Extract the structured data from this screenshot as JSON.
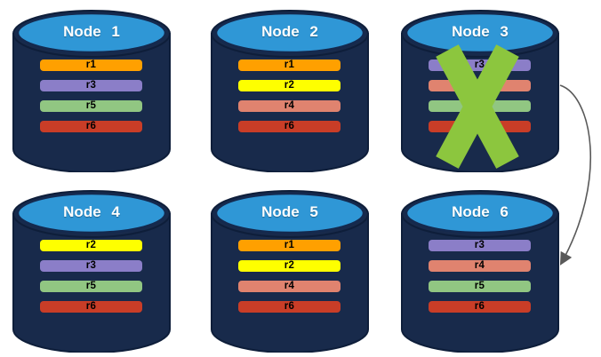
{
  "diagram": {
    "description": "Replicated database nodes with a failed node and failover arrow",
    "colors": {
      "background": "#ffffff",
      "cylinder_body": "#182A4B",
      "cylinder_outline": "#0E1E3A",
      "cylinder_top": "#2F97D6",
      "node_label_text": "#ffffff",
      "replica_label_text": "#000000",
      "failure_x": "#8CC63E",
      "arrow": "#595959"
    },
    "replica_colors": {
      "r1": "#FFA000",
      "r2": "#FEFF00",
      "r3": "#8B7EC8",
      "r4": "#E0836F",
      "r5": "#91C682",
      "r6": "#C93D27"
    },
    "nodes": [
      {
        "id": "node-1",
        "label": "Node 1",
        "replicas": [
          "r1",
          "r3",
          "r5",
          "r6"
        ],
        "failed": false
      },
      {
        "id": "node-2",
        "label": "Node 2",
        "replicas": [
          "r1",
          "r2",
          "r4",
          "r6"
        ],
        "failed": false
      },
      {
        "id": "node-3",
        "label": "Node 3",
        "replicas": [
          "r3",
          "r4",
          "r5",
          "r6"
        ],
        "failed": true
      },
      {
        "id": "node-4",
        "label": "Node 4",
        "replicas": [
          "r2",
          "r3",
          "r5",
          "r6"
        ],
        "failed": false
      },
      {
        "id": "node-5",
        "label": "Node 5",
        "replicas": [
          "r1",
          "r2",
          "r4",
          "r6"
        ],
        "failed": false
      },
      {
        "id": "node-6",
        "label": "Node 6",
        "replicas": [
          "r3",
          "r4",
          "r5",
          "r6"
        ],
        "failed": false
      }
    ],
    "failover_arrow": {
      "from": "Node 3",
      "to": "Node 6"
    }
  }
}
